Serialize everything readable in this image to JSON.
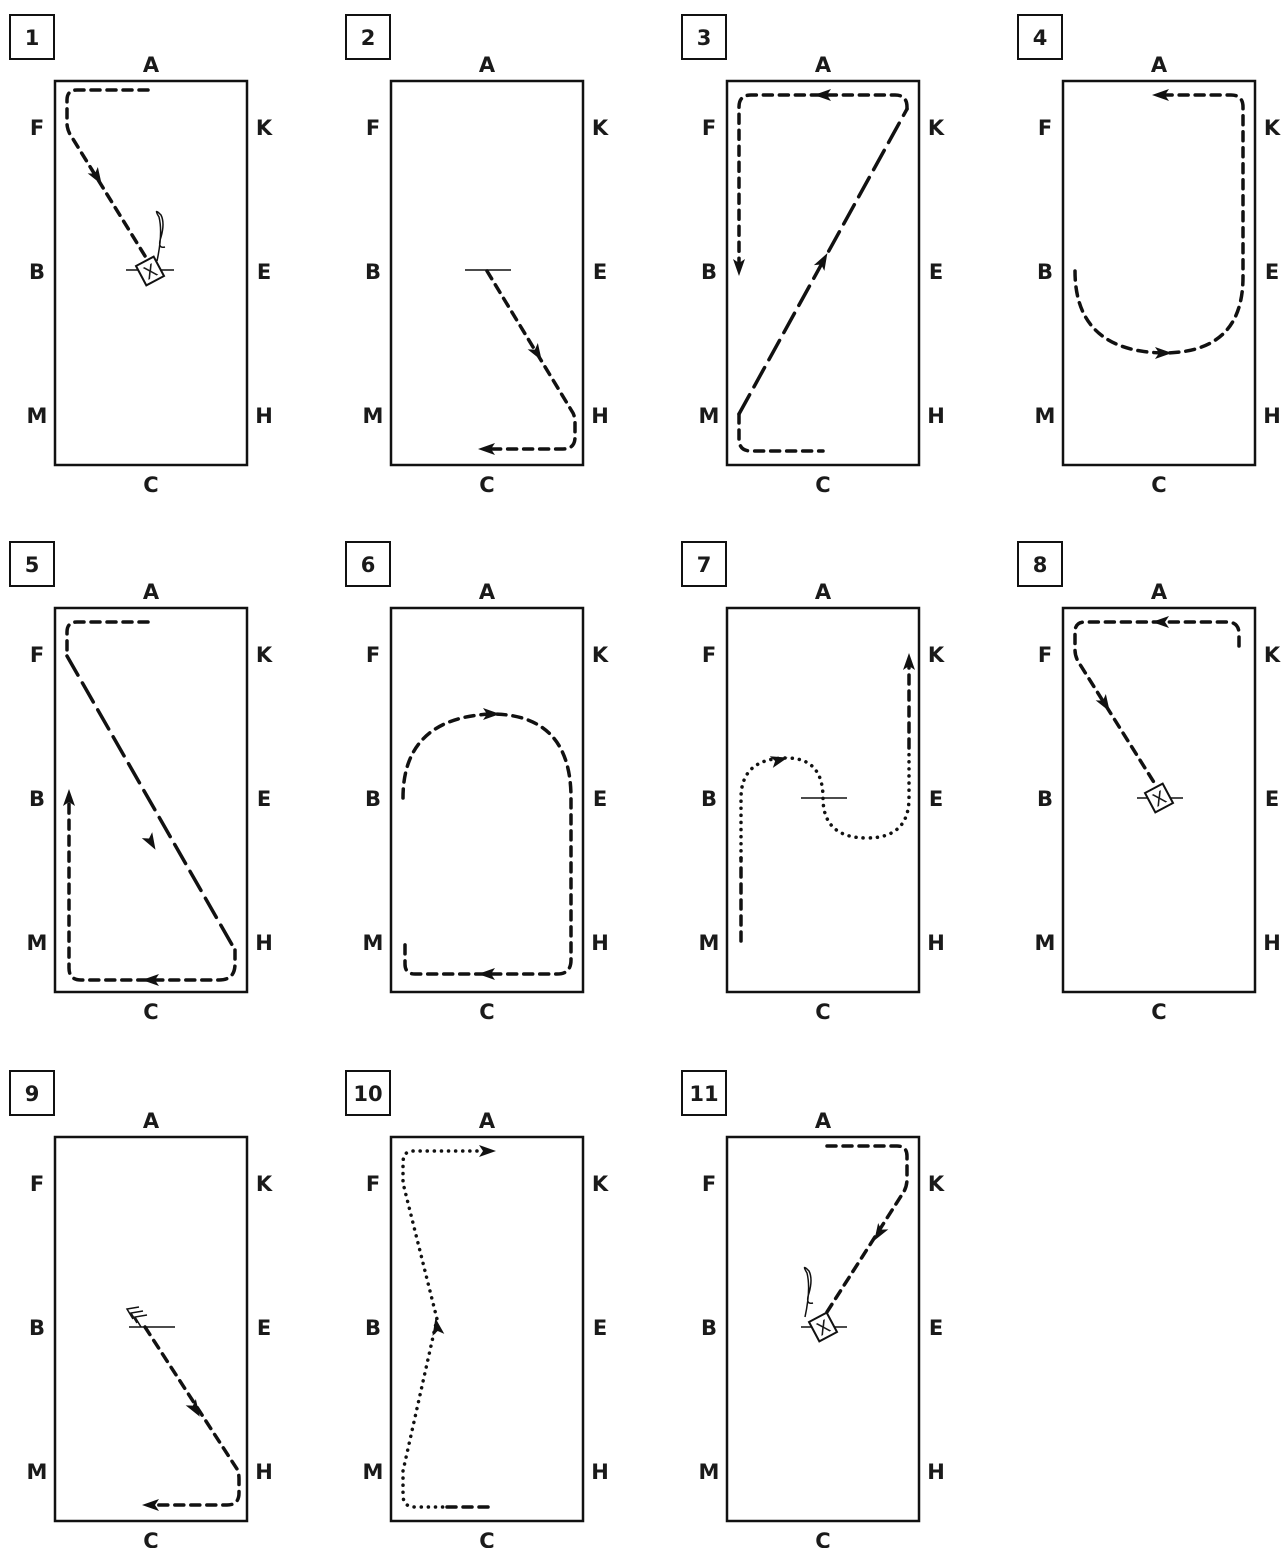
{
  "panels": [
    {
      "number": "1"
    },
    {
      "number": "2"
    },
    {
      "number": "3"
    },
    {
      "number": "4"
    },
    {
      "number": "5"
    },
    {
      "number": "6"
    },
    {
      "number": "7"
    },
    {
      "number": "8"
    },
    {
      "number": "9"
    },
    {
      "number": "10"
    },
    {
      "number": "11"
    }
  ],
  "markers": {
    "top": "A",
    "bottom": "C",
    "left": [
      "F",
      "B",
      "M"
    ],
    "right": [
      "K",
      "E",
      "H"
    ]
  },
  "center_marker": "X"
}
